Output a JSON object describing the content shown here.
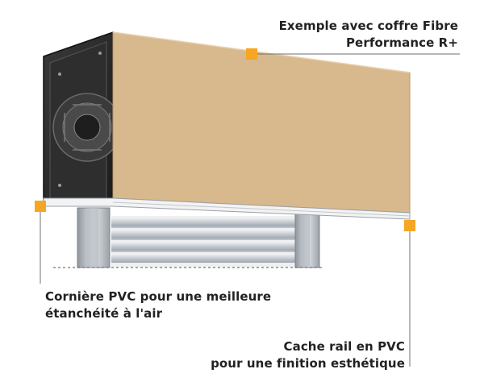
{
  "callouts": {
    "top": {
      "line1": "Exemple avec coffre Fibre",
      "line2": "Performance R+"
    },
    "left": {
      "line1": "Cornière PVC pour une meilleure",
      "line2": "étanchéité à l'air"
    },
    "right": {
      "line1": "Cache rail en PVC",
      "line2": "pour une finition esthétique"
    }
  },
  "colors": {
    "box_face": "#d8b98d",
    "box_frame": "#2b2b2b",
    "marker": "#f5a623",
    "rail": "#c9cdd2",
    "leader_line": "#6f6f6f"
  }
}
